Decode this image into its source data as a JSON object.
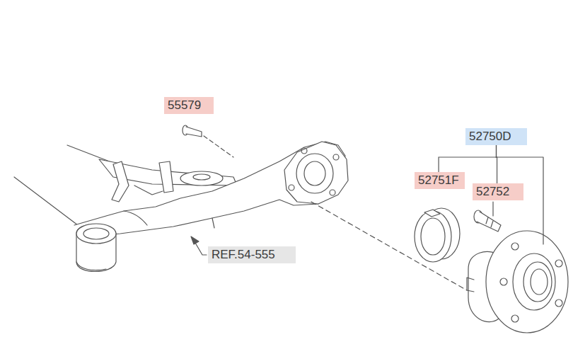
{
  "diagram": {
    "nodes": [
      {
        "text": [
          "55579"
        ]
      },
      {
        "text": [
          "52750D"
        ]
      },
      {
        "text": [
          "52751F"
        ]
      },
      {
        "text": [
          "52752"
        ]
      },
      {
        "text": [
          "REF.54-555"
        ]
      }
    ],
    "edges": [
      {
        "from": 1,
        "to": 2,
        "arrow": "none"
      },
      {
        "from": 1,
        "to": 3,
        "arrow": "none"
      }
    ]
  }
}
